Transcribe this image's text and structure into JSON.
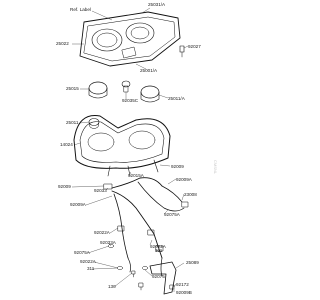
{
  "callouts": [
    {
      "id": "ref_label",
      "text": "Ref. Label"
    },
    {
      "id": "p25031a",
      "text": "25031/A"
    },
    {
      "id": "p25022",
      "text": "25022"
    },
    {
      "id": "p92027",
      "text": "92027"
    },
    {
      "id": "p25001a",
      "text": "25001/A"
    },
    {
      "id": "p25015",
      "text": "25015"
    },
    {
      "id": "p92035c",
      "text": "92035C"
    },
    {
      "id": "p25011a",
      "text": "25011/A"
    },
    {
      "id": "p25011",
      "text": "25011"
    },
    {
      "id": "p14024",
      "text": "14024"
    },
    {
      "id": "p92015a",
      "text": "92015A"
    },
    {
      "id": "p92009a",
      "text": "92009"
    },
    {
      "id": "p92009b",
      "text": "92009"
    },
    {
      "id": "p92033",
      "text": "92033"
    },
    {
      "id": "p92009c",
      "text": "92009A"
    },
    {
      "id": "p23008",
      "text": "23008"
    },
    {
      "id": "p92009d",
      "text": "92009A"
    },
    {
      "id": "p92075a",
      "text": "92075A"
    },
    {
      "id": "p92022",
      "text": "92022A"
    },
    {
      "id": "p92033a",
      "text": "92033A"
    },
    {
      "id": "p92022a",
      "text": "92022A"
    },
    {
      "id": "p311a",
      "text": "311"
    },
    {
      "id": "p311b",
      "text": "311"
    },
    {
      "id": "p92075",
      "text": "92075A"
    },
    {
      "id": "p92022b",
      "text": "92022A"
    },
    {
      "id": "p92075b",
      "text": "92075"
    },
    {
      "id": "p25089",
      "text": "25089"
    },
    {
      "id": "p92172",
      "text": "92172"
    },
    {
      "id": "p130",
      "text": "130"
    },
    {
      "id": "p92009e",
      "text": "92009B"
    }
  ],
  "watermark": "CMSNL"
}
